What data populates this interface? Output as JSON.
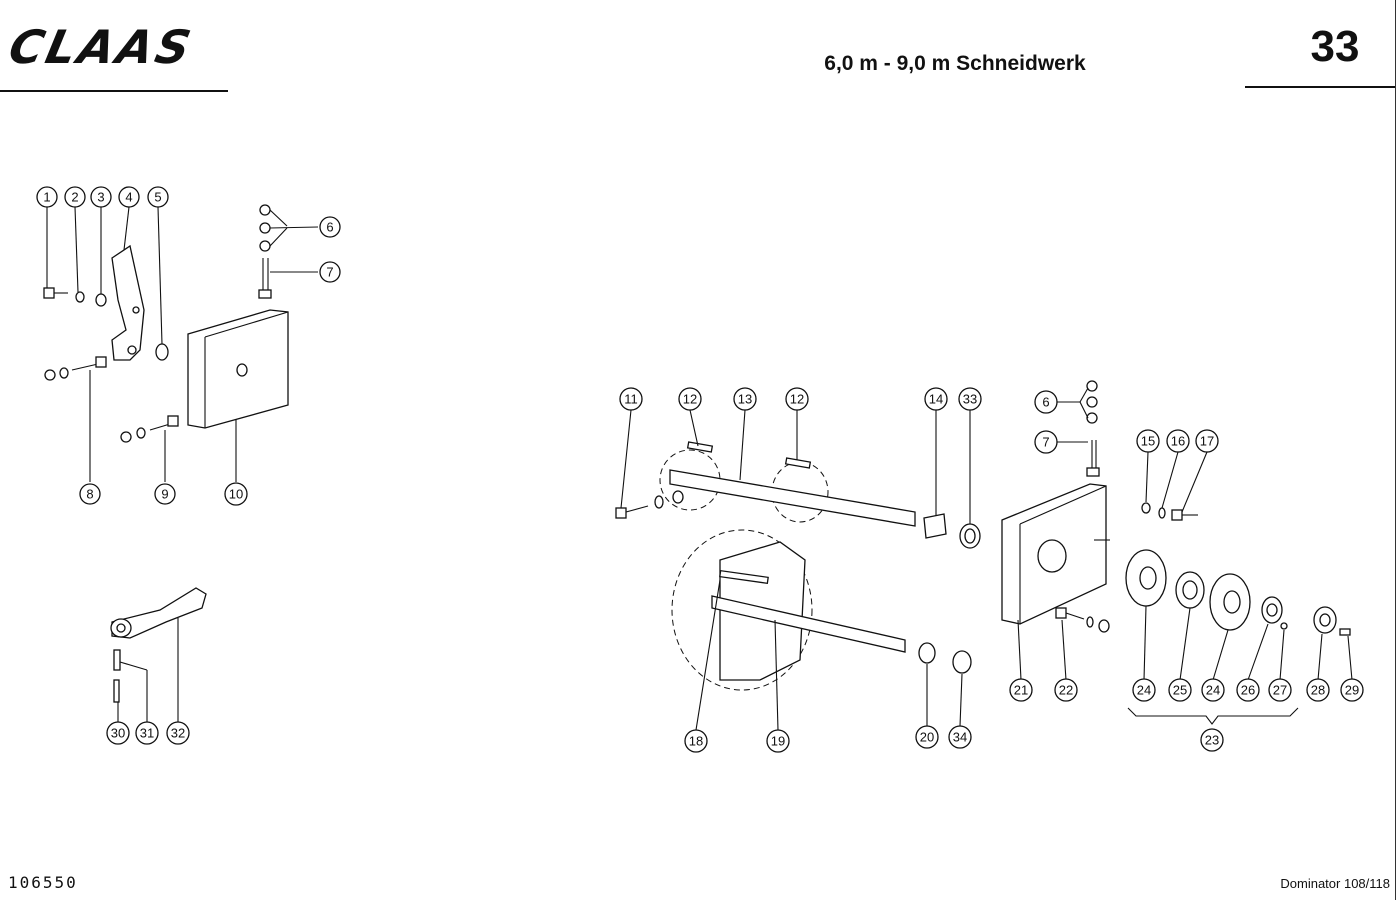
{
  "header": {
    "brand": "CLAAS",
    "title": "6,0 m - 9,0 m Schneidwerk",
    "page_number": "33"
  },
  "footer": {
    "document_number": "106550",
    "model": "Dominator 108/118"
  },
  "callouts": {
    "c1": "1",
    "c2": "2",
    "c3": "3",
    "c4": "4",
    "c5": "5",
    "c6a": "6",
    "c7a": "7",
    "c8": "8",
    "c9": "9",
    "c10": "10",
    "c11": "11",
    "c12a": "12",
    "c13": "13",
    "c12b": "12",
    "c14": "14",
    "c33": "33",
    "c6b": "6",
    "c7b": "7",
    "c15": "15",
    "c16": "16",
    "c17": "17",
    "c18": "18",
    "c19": "19",
    "c20": "20",
    "c34": "34",
    "c21": "21",
    "c22": "22",
    "c24a": "24",
    "c25": "25",
    "c24b": "24",
    "c26": "26",
    "c27": "27",
    "c28": "28",
    "c29": "29",
    "c23": "23",
    "c30": "30",
    "c31": "31",
    "c32": "32"
  }
}
